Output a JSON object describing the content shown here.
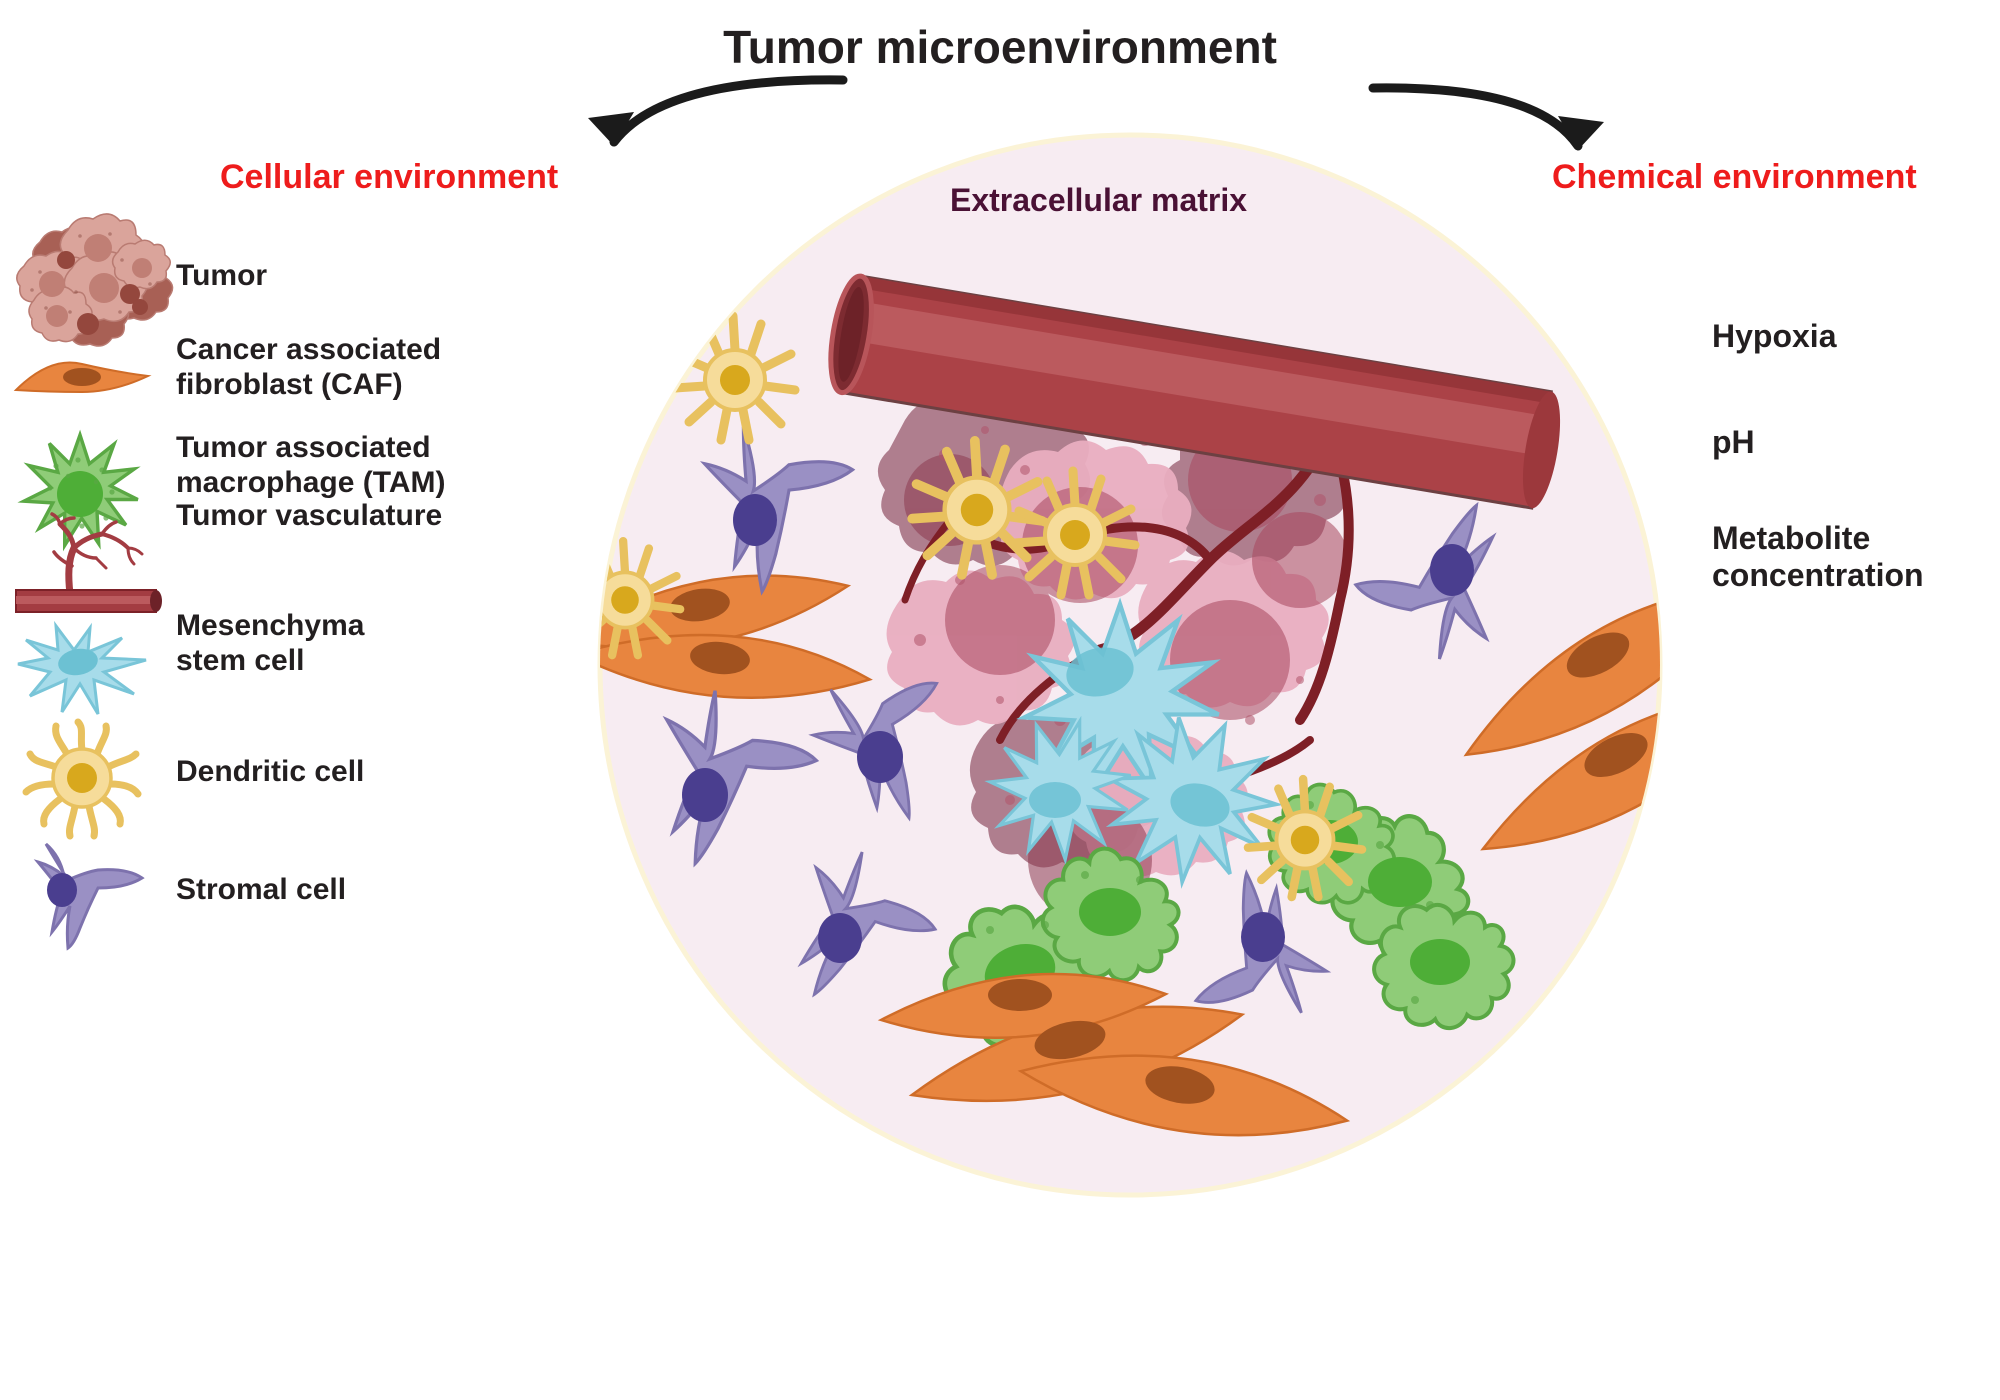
{
  "title": "Tumor microenvironment",
  "headings": {
    "cellular": "Cellular environment",
    "chemical": "Chemical environment",
    "extracellular_matrix": "Extracellular matrix"
  },
  "colors": {
    "title": "#231f20",
    "heading_red": "#ee1c1c",
    "ecm_purple": "#4a1135",
    "circle_fill": "#f7ecf2",
    "circle_stroke": "#fdf6d8",
    "tumor_pink": "#e8a8bd",
    "tumor_mauve": "#b27f92",
    "tumor_dark": "#9e4c63",
    "caf_orange": "#e8853f",
    "caf_nucleus": "#a1521f",
    "tam_green": "#8fcc78",
    "tam_nucleus": "#4eae37",
    "vessel_red": "#a83a3f",
    "vessel_dark": "#7c2128",
    "msc_blue": "#a5dbe8",
    "msc_nucleus": "#6cc0d1",
    "dendritic_yellow": "#f6dc9a",
    "dendritic_nucleus": "#d8a81d",
    "stromal_purple": "#9a90c4",
    "stromal_nucleus": "#4a3e8f"
  },
  "chemical_items": [
    "Hypoxia",
    "pH",
    "Metabolite\nconcentration"
  ],
  "legend": {
    "items": [
      {
        "icon": "tumor-cluster-icon",
        "label": "Tumor"
      },
      {
        "icon": "fibroblast-icon",
        "label": "Cancer associated\nfibroblast (CAF)"
      },
      {
        "icon": "macrophage-icon",
        "label": "Tumor associated\nmacrophage (TAM)"
      },
      {
        "icon": "vasculature-icon",
        "label": "Tumor vasculature"
      },
      {
        "icon": "mesenchymal-stem-cell-icon",
        "label": "Mesenchyma\nstem cell"
      },
      {
        "icon": "dendritic-cell-icon",
        "label": "Dendritic cell"
      },
      {
        "icon": "stromal-cell-icon",
        "label": "Stromal cell"
      }
    ]
  }
}
